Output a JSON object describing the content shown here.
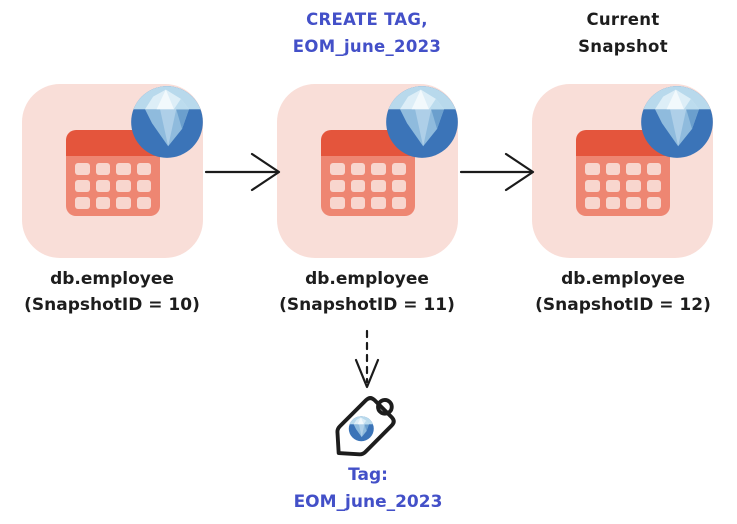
{
  "colors": {
    "accent_blue": "#4350c8",
    "text_black": "#1d1d1d",
    "arrow": "#1b1b1b",
    "box_bg": "#f9ded8",
    "table_header": "#e4553c",
    "table_body": "#ee8672",
    "table_cell": "#f8d6ce",
    "logo_blue": "#3b74b8",
    "logo_sky": "#b8d9ec"
  },
  "titles": {
    "create_tag": {
      "line1": "CREATE TAG,",
      "line2": "EOM_june_2023"
    },
    "current_snapshot": {
      "line1": "Current",
      "line2": "Snapshot"
    }
  },
  "snapshots": [
    {
      "table": "db.employee",
      "id_label": "(SnapshotID = 10)"
    },
    {
      "table": "db.employee",
      "id_label": "(SnapshotID = 11)"
    },
    {
      "table": "db.employee",
      "id_label": "(SnapshotID = 12)"
    }
  ],
  "tag": {
    "line1": "Tag:",
    "line2": "EOM_june_2023"
  }
}
